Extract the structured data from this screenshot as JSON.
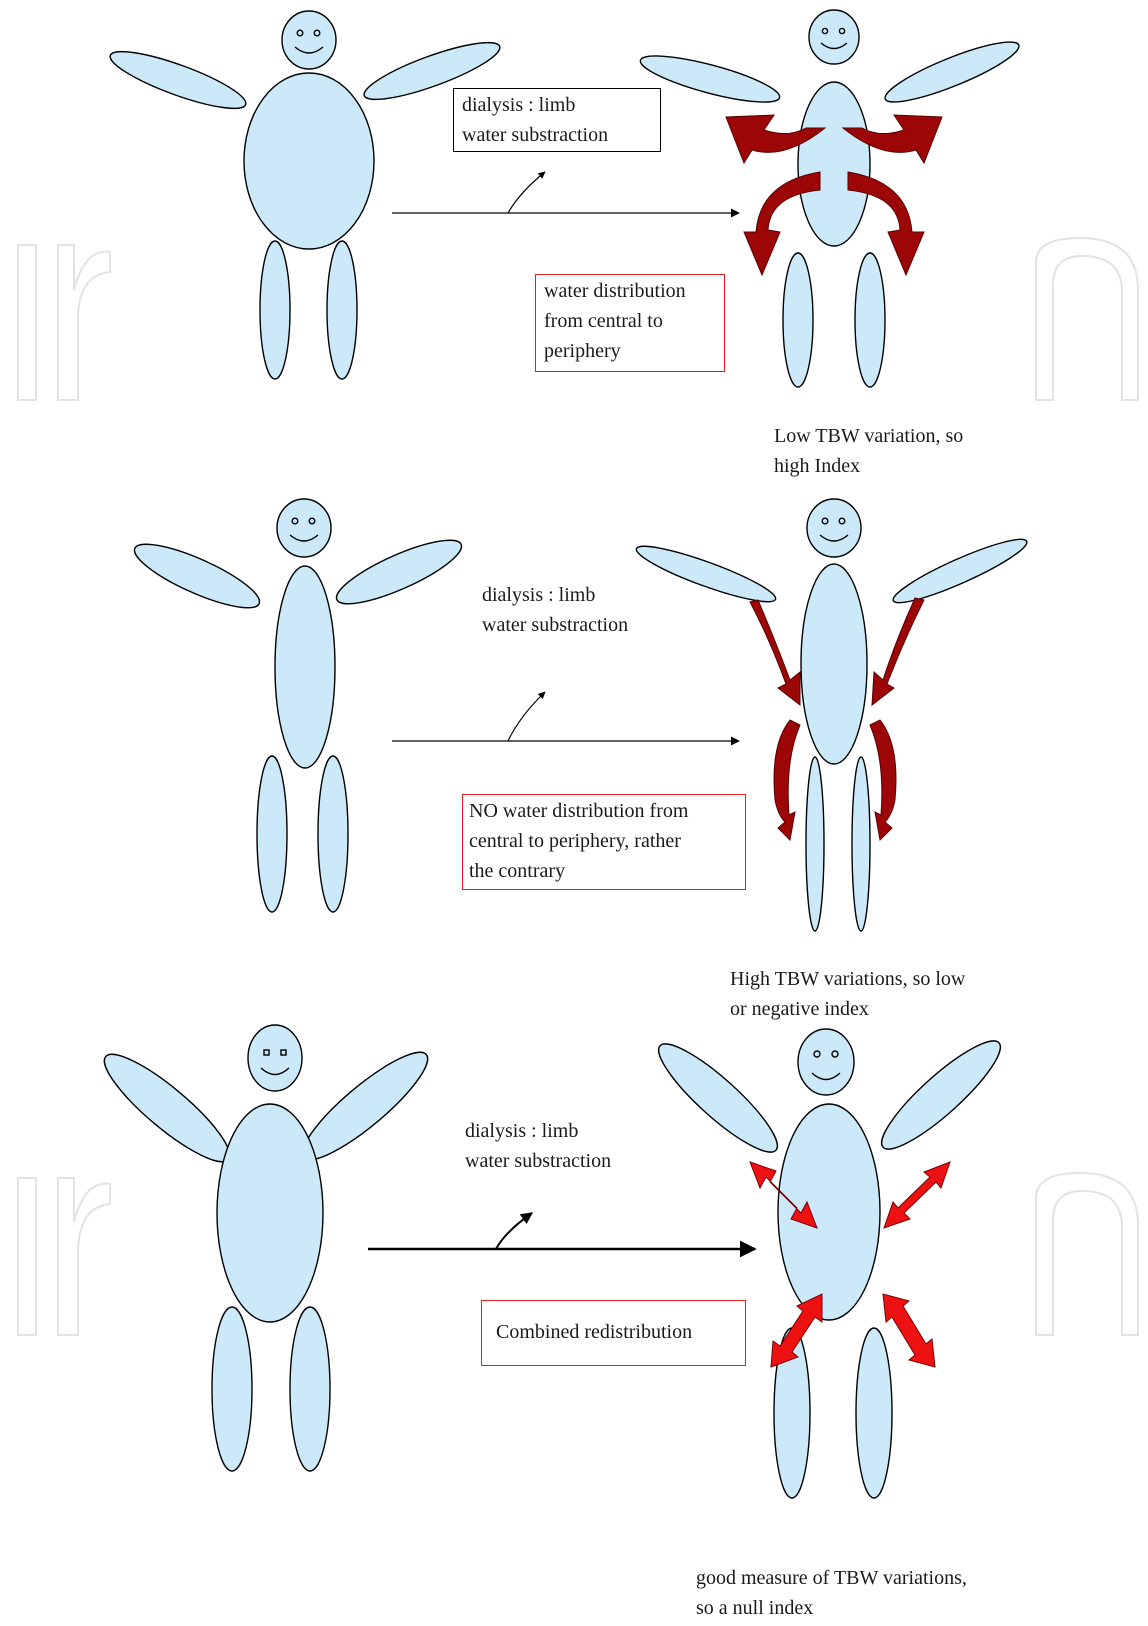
{
  "colors": {
    "body_fill": "#cce9f9",
    "outline": "#000000",
    "dark_red_arrow": "#9c0606",
    "bright_red_arrow": "#ee1111",
    "watermark": "#e2e2e2",
    "red_box_border": "#e02020"
  },
  "panels": [
    {
      "limb_label": "dialysis : limb\nwater substraction",
      "note": "water distribution\nfrom central to\nperiphery",
      "result": "Low TBW variation, so\nhigh Index"
    },
    {
      "limb_label": "dialysis : limb\nwater substraction",
      "note": "NO water distribution from\ncentral to periphery, rather\nthe contrary",
      "result": "High TBW variations, so low\nor negative index"
    },
    {
      "limb_label": "dialysis : limb\nwater substraction",
      "note": "Combined redistribution",
      "result": "good measure of TBW variations,\nso a null index"
    }
  ]
}
